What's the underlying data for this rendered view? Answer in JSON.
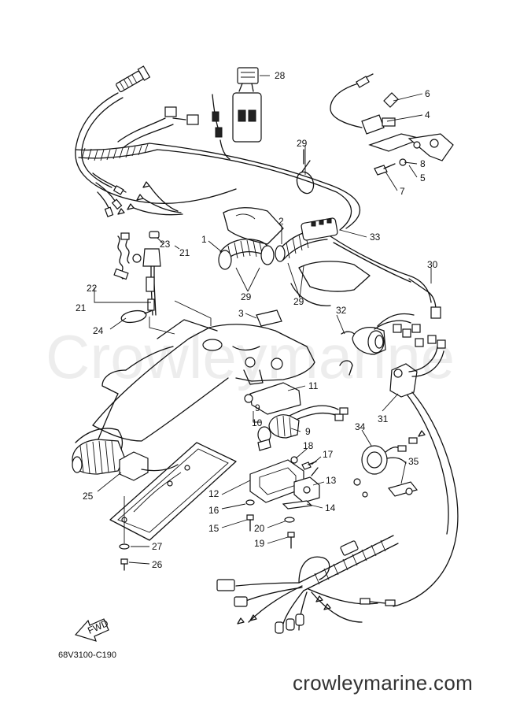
{
  "diagram": {
    "code": "68V3100-C190",
    "site": "crowleymarine.com",
    "watermark": "Crowleymarine",
    "fwd": "FWD",
    "labels": [
      {
        "id": "28",
        "t": "28"
      },
      {
        "id": "6",
        "t": "6"
      },
      {
        "id": "4",
        "t": "4"
      },
      {
        "id": "29a",
        "t": "29"
      },
      {
        "id": "8",
        "t": "8"
      },
      {
        "id": "5",
        "t": "5"
      },
      {
        "id": "7",
        "t": "7"
      },
      {
        "id": "2",
        "t": "2"
      },
      {
        "id": "33",
        "t": "33"
      },
      {
        "id": "1",
        "t": "1"
      },
      {
        "id": "23",
        "t": "23"
      },
      {
        "id": "21a",
        "t": "21"
      },
      {
        "id": "30",
        "t": "30"
      },
      {
        "id": "22",
        "t": "22"
      },
      {
        "id": "29b",
        "t": "29"
      },
      {
        "id": "29c",
        "t": "29"
      },
      {
        "id": "21b",
        "t": "21"
      },
      {
        "id": "3",
        "t": "3"
      },
      {
        "id": "32",
        "t": "32"
      },
      {
        "id": "24",
        "t": "24"
      },
      {
        "id": "11",
        "t": "11"
      },
      {
        "id": "9a",
        "t": "9"
      },
      {
        "id": "10",
        "t": "10"
      },
      {
        "id": "9b",
        "t": "9"
      },
      {
        "id": "31",
        "t": "31"
      },
      {
        "id": "34",
        "t": "34"
      },
      {
        "id": "18",
        "t": "18"
      },
      {
        "id": "17",
        "t": "17"
      },
      {
        "id": "35",
        "t": "35"
      },
      {
        "id": "13",
        "t": "13"
      },
      {
        "id": "25",
        "t": "25"
      },
      {
        "id": "12",
        "t": "12"
      },
      {
        "id": "16",
        "t": "16"
      },
      {
        "id": "14",
        "t": "14"
      },
      {
        "id": "15",
        "t": "15"
      },
      {
        "id": "20",
        "t": "20"
      },
      {
        "id": "19",
        "t": "19"
      },
      {
        "id": "27",
        "t": "27"
      },
      {
        "id": "26",
        "t": "26"
      }
    ]
  }
}
